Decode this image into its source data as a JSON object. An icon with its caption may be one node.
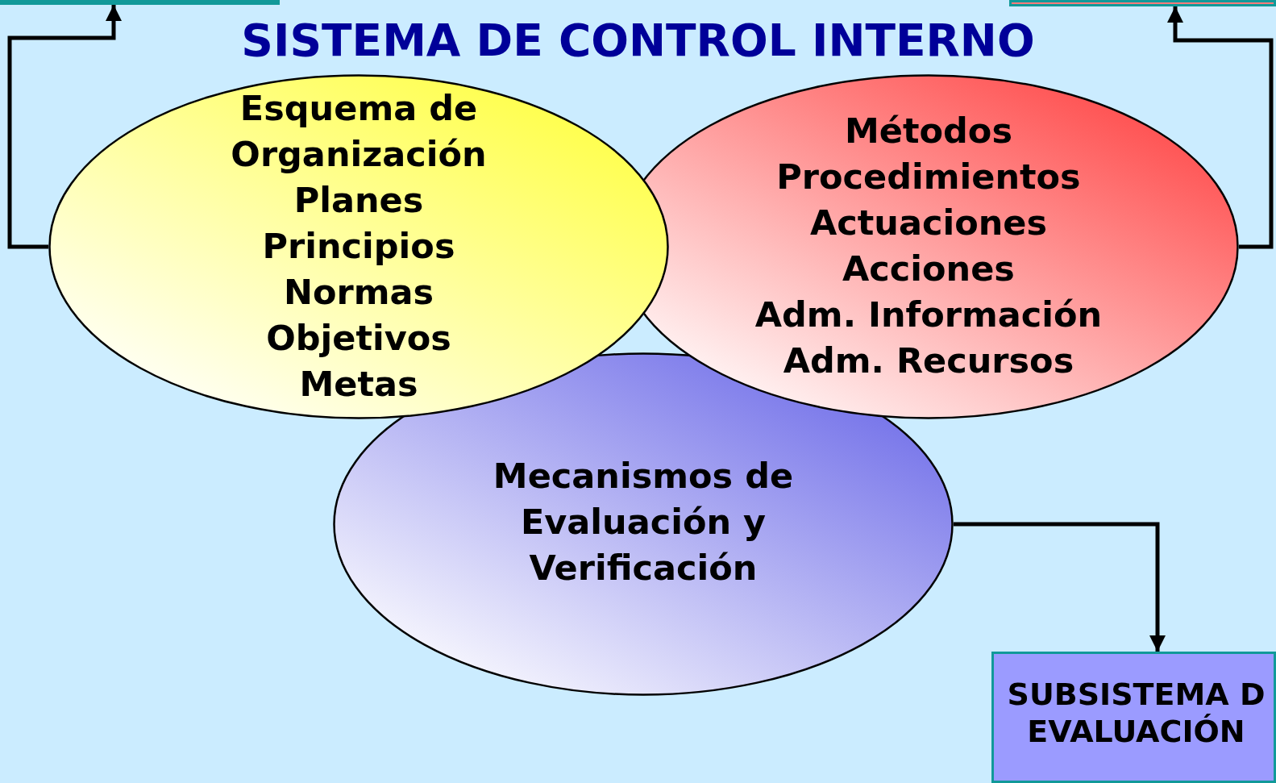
{
  "diagram": {
    "title": "SISTEMA DE CONTROL INTERNO",
    "nodes": [
      {
        "text": [
          "Esquema de Organización",
          "Planes",
          "Principios",
          "Normas",
          "Objetivos",
          "Metas"
        ]
      },
      {
        "text": [
          "Métodos",
          "Procedimientos",
          "Actuaciones",
          "Acciones",
          "Adm. Información",
          "Adm. Recursos"
        ]
      },
      {
        "text": [
          "Mecanismos de Evaluación y Verificación"
        ]
      },
      {
        "text": [],
        "shape": "box"
      },
      {
        "text": [],
        "shape": "box"
      },
      {
        "text": [
          "SUBSISTEMA D EVALUACIÓN"
        ]
      }
    ],
    "edges": [
      {
        "from": 0,
        "to": 3,
        "arrow": "to"
      },
      {
        "from": 1,
        "to": 4,
        "arrow": "to"
      },
      {
        "from": 2,
        "to": 5,
        "arrow": "to"
      }
    ]
  }
}
